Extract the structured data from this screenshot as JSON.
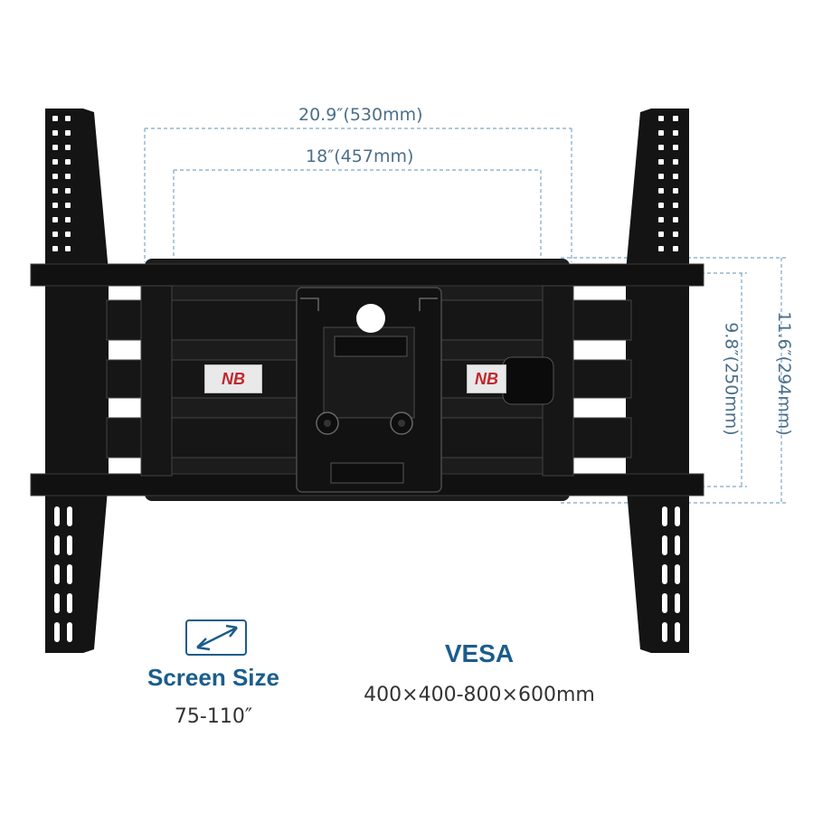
{
  "dimensions": {
    "horizontal_outer": "20.9″(530mm)",
    "horizontal_inner": "18″(457mm)",
    "vertical_inner": "9.8″(250mm)",
    "vertical_outer": "11.6″(294mm)"
  },
  "brand": {
    "logo_text": "NB",
    "accent": "#c0262d"
  },
  "screen_size": {
    "icon": "diagonal-arrow-icon",
    "title": "Screen Size",
    "value": "75-110″"
  },
  "vesa": {
    "title": "VESA",
    "value": "400×400-800×600mm"
  },
  "colors": {
    "mount": "#141414",
    "dimension_line": "#7fa7c4",
    "heading": "#1b5d8b",
    "text": "#333333"
  }
}
